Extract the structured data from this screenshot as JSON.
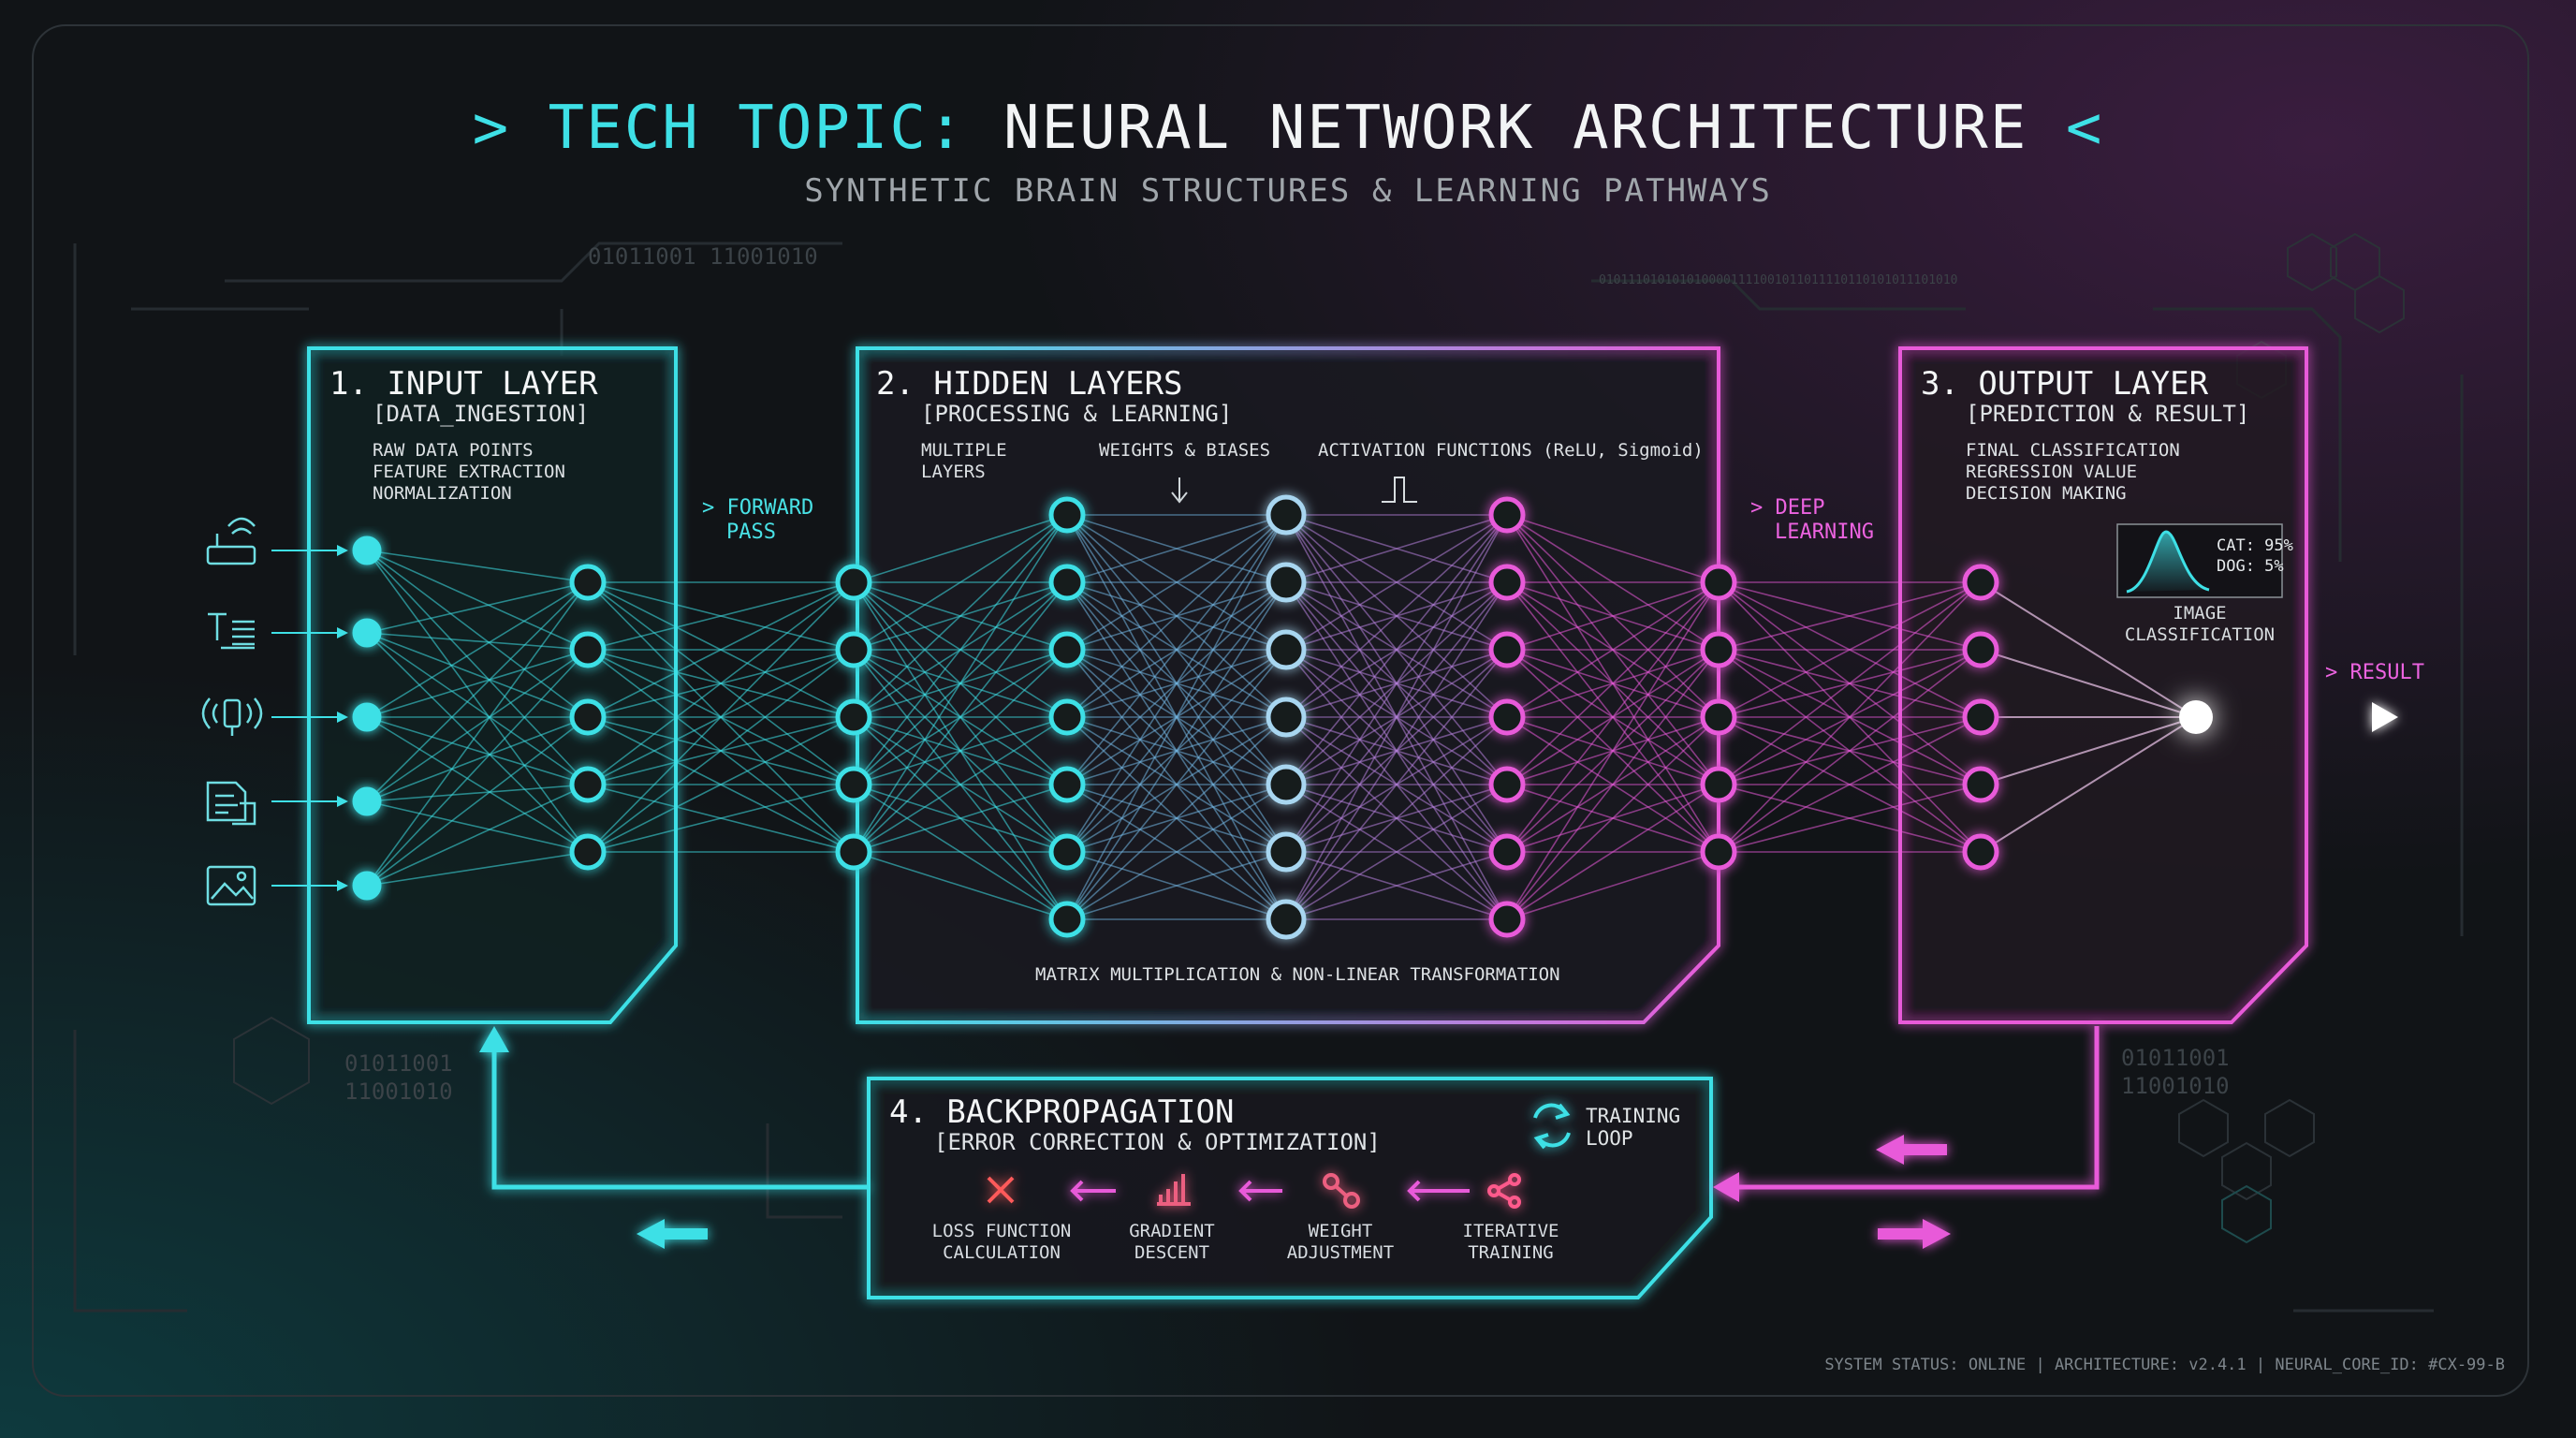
{
  "header": {
    "title_prefix": "> TECH TOPIC:",
    "title_main": "NEURAL NETWORK ARCHITECTURE",
    "title_suffix": "<",
    "subtitle": "SYNTHETIC BRAIN STRUCTURES & LEARNING PATHWAYS"
  },
  "decor": {
    "binary_1": "01011001 11001010",
    "binary_2": "01011001",
    "binary_3": "11001010",
    "binary_4": "01011001",
    "binary_5": "11001010",
    "binary_top_right": "0101110101010100001111001011011110110101011101010"
  },
  "colors": {
    "cyan": "#3ee0e6",
    "pink": "#e85ad9",
    "background": "#111417"
  },
  "input_layer": {
    "title": "1. INPUT LAYER",
    "subtitle": "[DATA_INGESTION]",
    "lines": [
      "RAW DATA POINTS",
      "FEATURE EXTRACTION",
      "NORMALIZATION"
    ],
    "icons": [
      "sensor-icon",
      "text-icon",
      "audio-icon",
      "document-icon",
      "image-icon"
    ]
  },
  "forward_pass": {
    "line1": "> FORWARD",
    "line2": "PASS"
  },
  "hidden_layers": {
    "title": "2. HIDDEN LAYERS",
    "subtitle": "[PROCESSING & LEARNING]",
    "multiple_line1": "MULTIPLE",
    "multiple_line2": "LAYERS",
    "weights": "WEIGHTS & BIASES",
    "activation": "ACTIVATION FUNCTIONS (ReLU, Sigmoid)",
    "footer": "MATRIX MULTIPLICATION & NON-LINEAR TRANSFORMATION"
  },
  "deep_learning": {
    "line1": "> DEEP",
    "line2": "LEARNING"
  },
  "output_layer": {
    "title": "3. OUTPUT LAYER",
    "subtitle": "[PREDICTION & RESULT]",
    "lines": [
      "FINAL CLASSIFICATION",
      "REGRESSION VALUE",
      "DECISION MAKING"
    ],
    "chart_cat": "CAT: 95%",
    "chart_dog": "DOG: 5%",
    "chart_caption_1": "IMAGE",
    "chart_caption_2": "CLASSIFICATION",
    "result": "> RESULT"
  },
  "backpropagation": {
    "title": "4. BACKPROPAGATION",
    "subtitle": "[ERROR CORRECTION & OPTIMIZATION]",
    "loop_line1": "TRAINING",
    "loop_line2": "LOOP",
    "steps": [
      {
        "line1": "LOSS FUNCTION",
        "line2": "CALCULATION",
        "icon": "x-icon"
      },
      {
        "line1": "GRADIENT",
        "line2": "DESCENT",
        "icon": "bar-chart-icon"
      },
      {
        "line1": "WEIGHT",
        "line2": "ADJUSTMENT",
        "icon": "node-link-icon"
      },
      {
        "line1": "ITERATIVE",
        "line2": "TRAINING",
        "icon": "share-icon"
      }
    ]
  },
  "footer": {
    "status": "SYSTEM STATUS: ONLINE | ARCHITECTURE: v2.4.1 | NEURAL_CORE_ID: #CX-99-B"
  }
}
